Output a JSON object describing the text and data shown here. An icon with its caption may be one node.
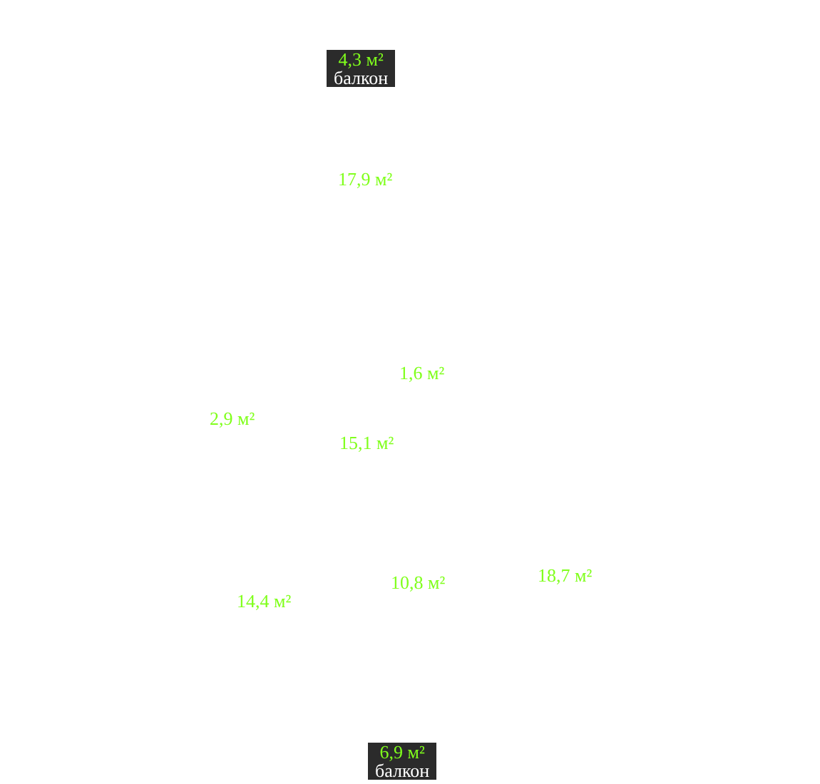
{
  "diagram": {
    "nodes": [
      {
        "text": [
          "4,3 м²",
          "балкон"
        ]
      },
      {
        "text": [
          "6,9 м²",
          "балкон"
        ]
      }
    ],
    "labels": [
      "17,9 м²",
      "1,6 м²",
      "2,9 м²",
      "15,1 м²",
      "18,7 м²",
      "10,8 м²",
      "14,4 м²"
    ]
  }
}
